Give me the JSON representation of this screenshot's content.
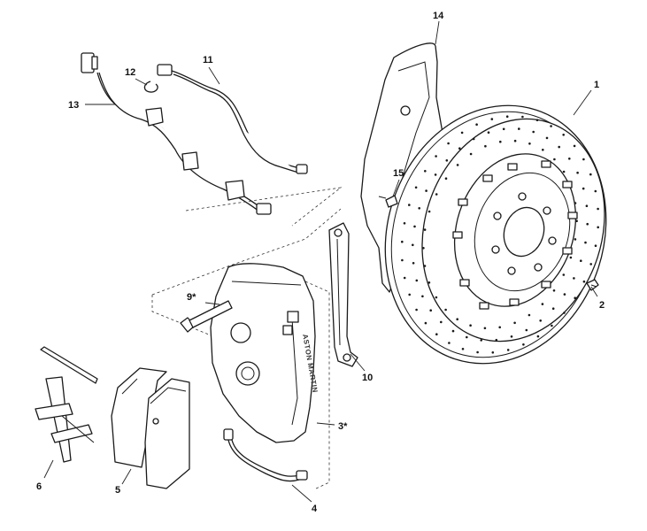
{
  "callouts": {
    "c1": "1",
    "c2": "2",
    "c3": "3*",
    "c4": "4",
    "c5": "5",
    "c6": "6",
    "c9": "9*",
    "c10": "10",
    "c11": "11",
    "c12": "12",
    "c13": "13",
    "c14": "14",
    "c15": "15"
  },
  "caliper_brand_text": "ASTON MARTIN",
  "colors": {
    "line": "#1a1a1a",
    "background": "#ffffff"
  }
}
